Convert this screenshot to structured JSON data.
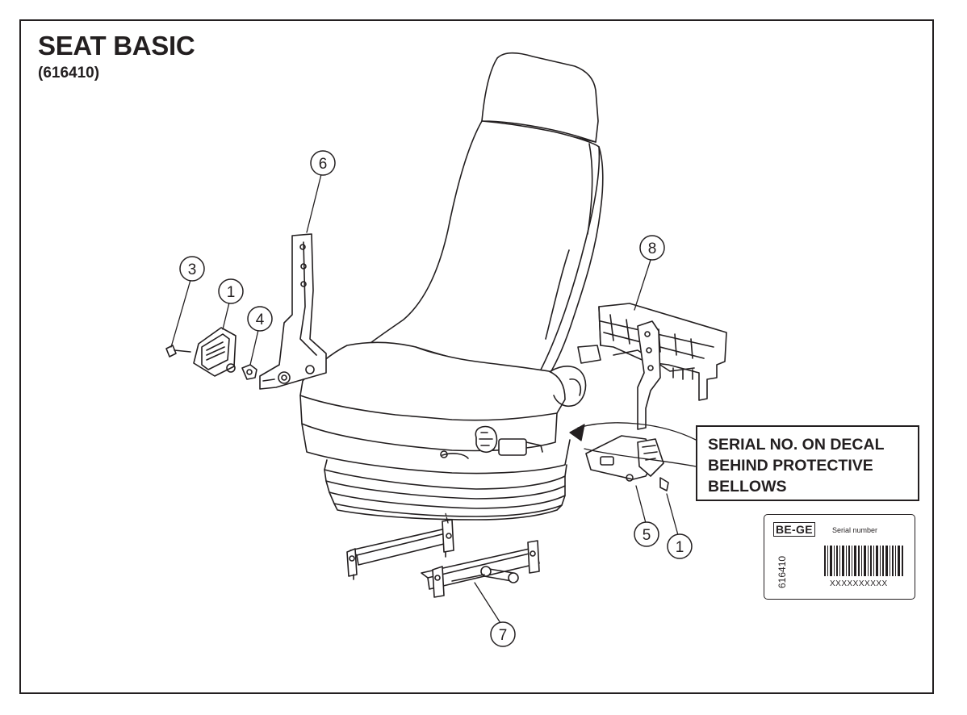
{
  "header": {
    "title": "SEAT BASIC",
    "part_number": "(616410)"
  },
  "callouts": {
    "item_6": "6",
    "item_3": "3",
    "item_1_left": "1",
    "item_4": "4",
    "item_8": "8",
    "item_5": "5",
    "item_1_right": "1",
    "item_7": "7"
  },
  "note": {
    "line1": "SERIAL NO. ON DECAL",
    "line2": "BEHIND PROTECTIVE",
    "line3": "BELLOWS"
  },
  "decal": {
    "brand": "BE-GE",
    "caption": "Serial number",
    "code": "616410",
    "serial": "XXXXXXXXXX"
  },
  "colors": {
    "ink": "#231f20",
    "background": "#ffffff"
  }
}
